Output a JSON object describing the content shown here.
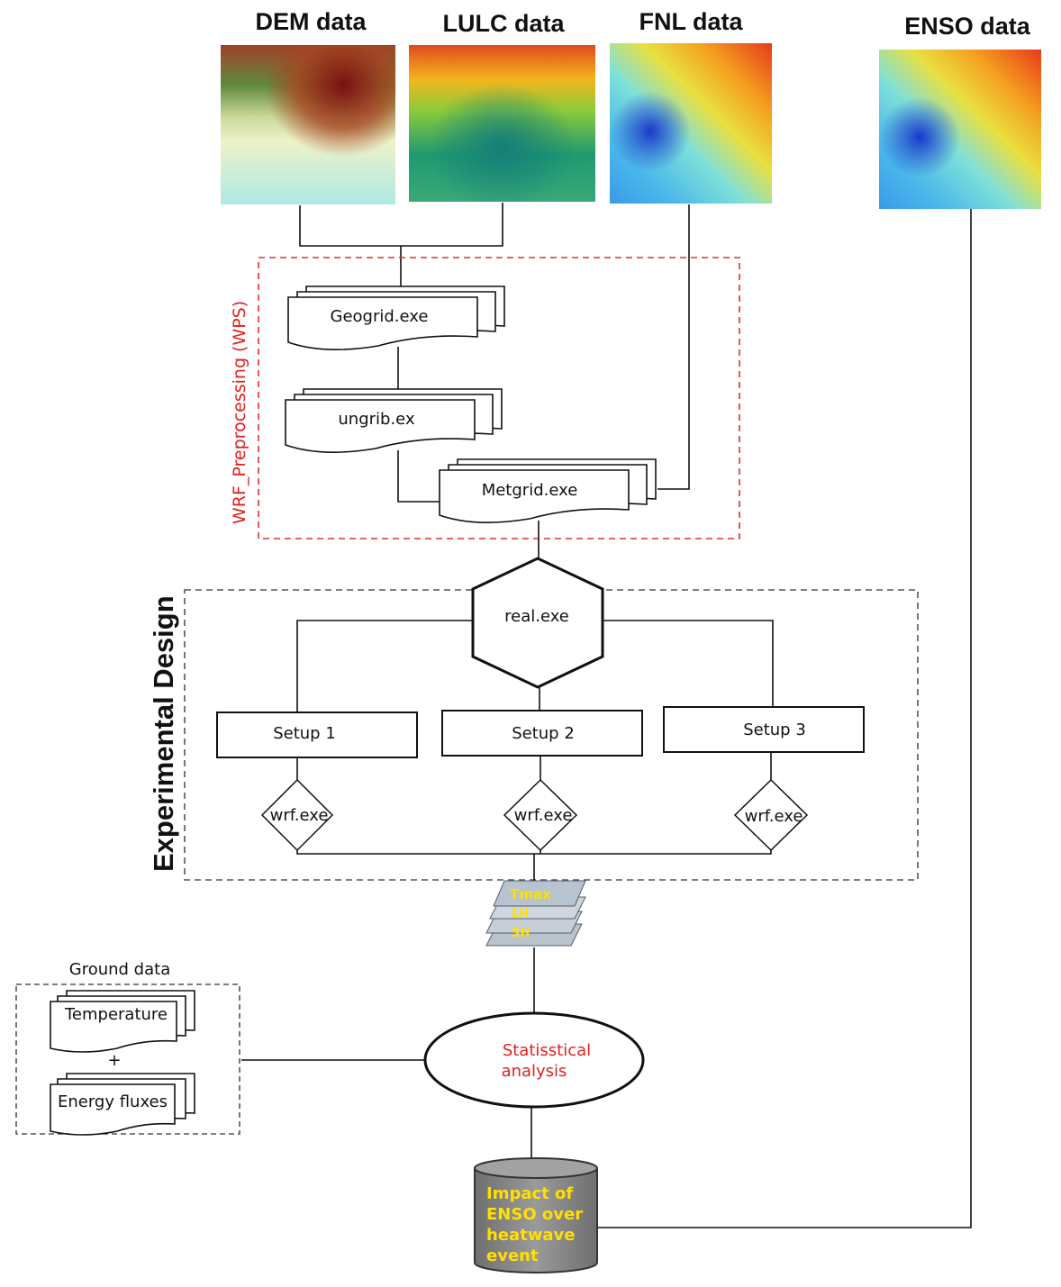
{
  "headers": {
    "dem": "DEM data",
    "lulc": "LULC data",
    "fnl": "FNL data",
    "enso": "ENSO data"
  },
  "wps": {
    "group_label": "WRF_Preprocessing (WPS)",
    "geogrid": "Geogrid.exe",
    "ungrib": "ungrib.ex",
    "metgrid": "Metgrid.exe"
  },
  "experimental": {
    "group_label": "Experimental Design",
    "real": "real.exe",
    "setups": [
      "Setup 1",
      "Setup 2",
      "Setup 3"
    ],
    "wrf": [
      "wrf.exe",
      "wrf.exe",
      "wrf.exe"
    ]
  },
  "outputs": {
    "layers": [
      "Tmax",
      "LH",
      "SH"
    ]
  },
  "ground": {
    "title": "Ground data",
    "temperature": "Temperature",
    "plus": "+",
    "energy": "Energy fluxes"
  },
  "analysis": {
    "line1": "Statisstical",
    "line2": "analysis"
  },
  "result": {
    "lines": [
      "Impact of",
      "ENSO over",
      "heatwave",
      "event"
    ]
  },
  "colors": {
    "wps_border": "#e03030",
    "label_red": "#e02020",
    "label_yellow": "#ffe000",
    "cylinder": "#8c8c8c"
  }
}
